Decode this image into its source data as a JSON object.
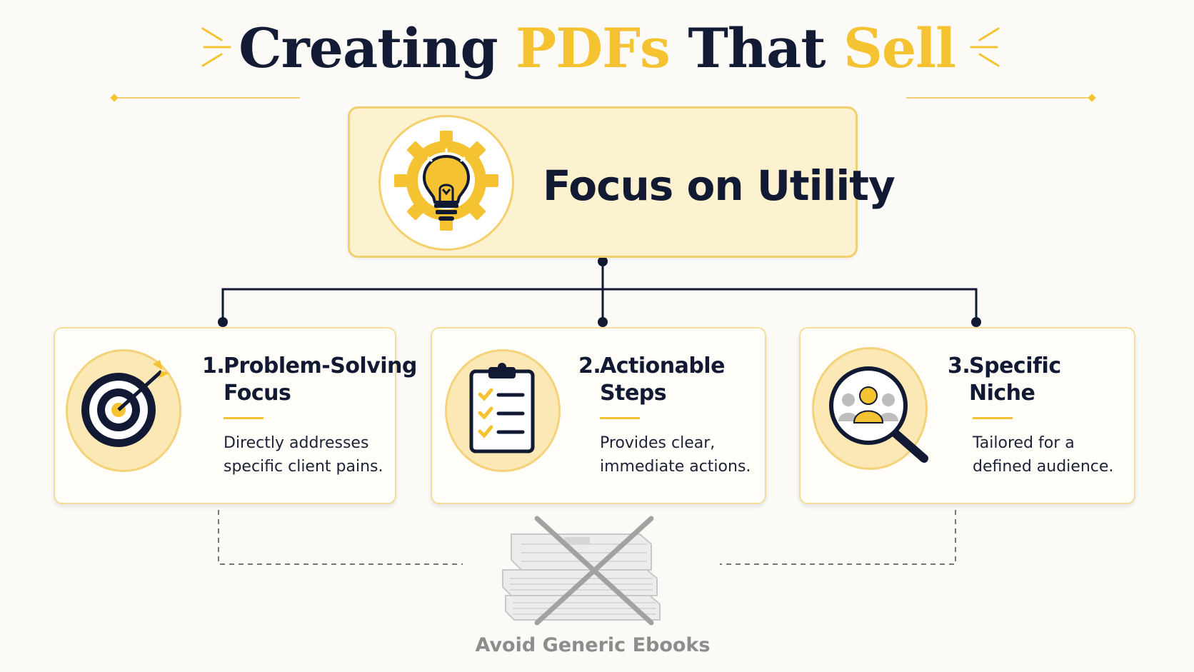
{
  "title": {
    "part1": "Creating ",
    "part2": "PDFs",
    "part3": " That ",
    "part4": "Sell"
  },
  "main": {
    "title": "Focus on Utility",
    "icon": "lightbulb-gear-icon"
  },
  "cards": [
    {
      "number": "1.",
      "title_line1": "Problem-Solving",
      "title_line2": "Focus",
      "desc_line1": "Directly addresses",
      "desc_line2": "specific client pains.",
      "icon": "target-arrow-icon"
    },
    {
      "number": "2.",
      "title_line1": "Actionable",
      "title_line2": "Steps",
      "desc_line1": "Provides clear,",
      "desc_line2": "immediate actions.",
      "icon": "clipboard-checklist-icon"
    },
    {
      "number": "3.",
      "title_line1": "Specific",
      "title_line2": "Niche",
      "desc_line1": "Tailored for a",
      "desc_line2": "defined audience.",
      "icon": "magnifier-people-icon"
    }
  ],
  "avoid": {
    "label": "Avoid Generic Ebooks",
    "icon": "crossed-books-icon"
  },
  "colors": {
    "accent": "#f5c232",
    "navy": "#121a33",
    "panel": "#fdf2cf",
    "muted": "#8d8d8d"
  }
}
